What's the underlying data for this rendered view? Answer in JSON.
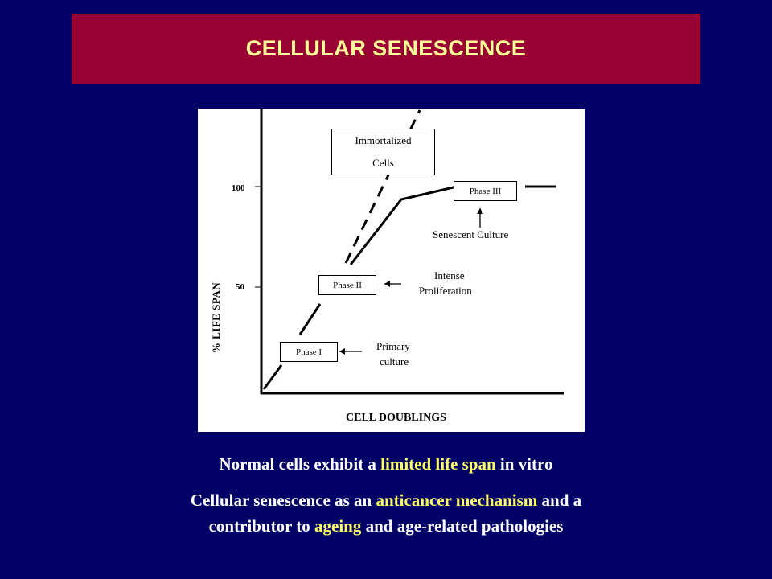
{
  "slide": {
    "title": "CELLULAR SENESCENCE"
  },
  "colors": {
    "background": "#000066",
    "title_bar": "#990033",
    "title_text": "#ffff99",
    "highlight": "#ffff66"
  },
  "diagram": {
    "y_axis_label": "% LIFE SPAN",
    "x_axis_label": "CELL DOUBLINGS",
    "y_ticks": [
      "100",
      "50"
    ],
    "immortalized_label_line1": "Immortalized",
    "immortalized_label_line2": "Cells",
    "phase1": "Phase I",
    "phase2": "Phase II",
    "phase3": "Phase III",
    "primary_line1": "Primary",
    "primary_line2": "culture",
    "intense_line1": "Intense",
    "intense_line2": "Proliferation",
    "senescent": "Senescent Culture"
  },
  "captions": {
    "line1_pre": "Normal cells exhibit a ",
    "line1_hl": "limited life span",
    "line1_post": " in vitro",
    "line2_pre": "Cellular senescence as an ",
    "line2_hl": "anticancer mechanism",
    "line2_post": " and a",
    "line3_pre": "contributor to ",
    "line3_hl": "ageing",
    "line3_post": " and age-related pathologies"
  }
}
